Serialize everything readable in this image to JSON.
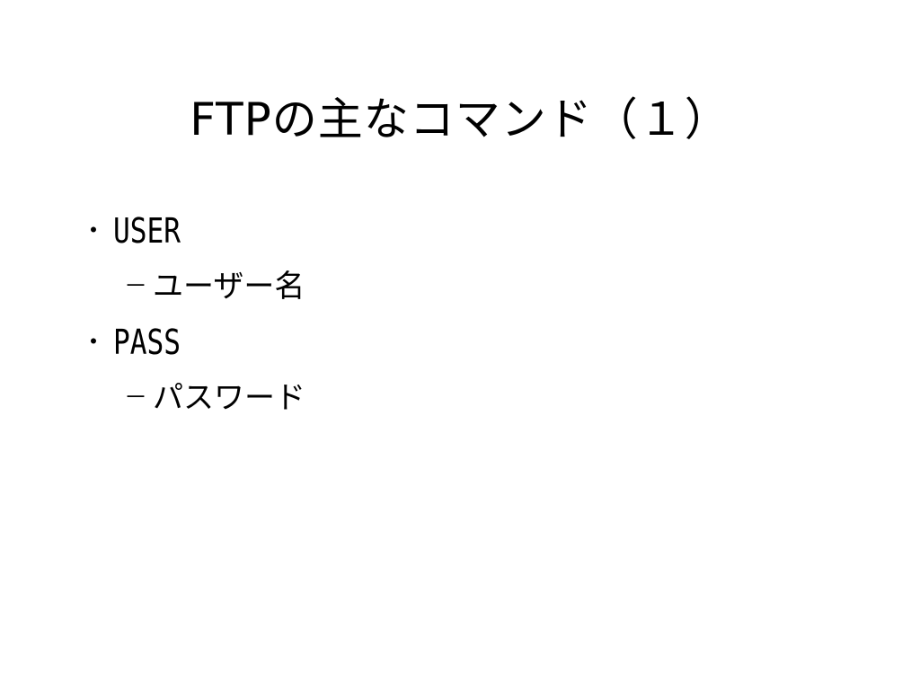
{
  "slide": {
    "title": "FTPの主なコマンド（１）",
    "bullet_marker": "・",
    "sub_marker": "－",
    "items": [
      {
        "label": "USER",
        "sub": [
          {
            "label": "ユーザー名"
          }
        ]
      },
      {
        "label": "PASS",
        "sub": [
          {
            "label": "パスワード"
          }
        ]
      }
    ]
  }
}
